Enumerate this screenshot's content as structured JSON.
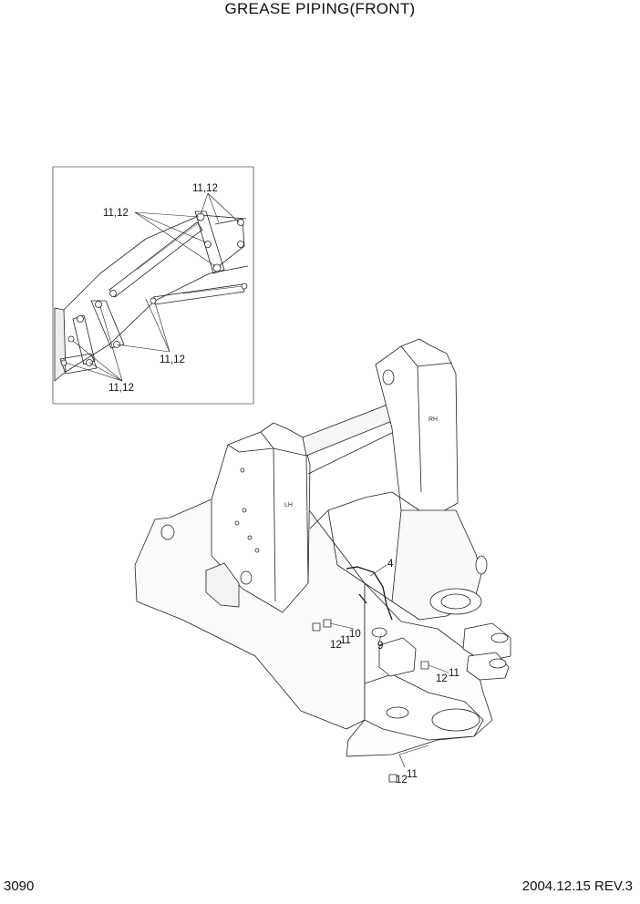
{
  "title": "GREASE PIPING(FRONT)",
  "page_number": "3090",
  "revision": "2004.12.15  REV.3",
  "detail_view": {
    "labels": [
      "11,12",
      "11,12",
      "11,12",
      "11,12"
    ]
  },
  "main_view": {
    "frame_marks": [
      "LH",
      "RH"
    ],
    "callouts": [
      "4",
      "9",
      "10",
      "11",
      "12",
      "11",
      "12",
      "11",
      "12"
    ]
  }
}
